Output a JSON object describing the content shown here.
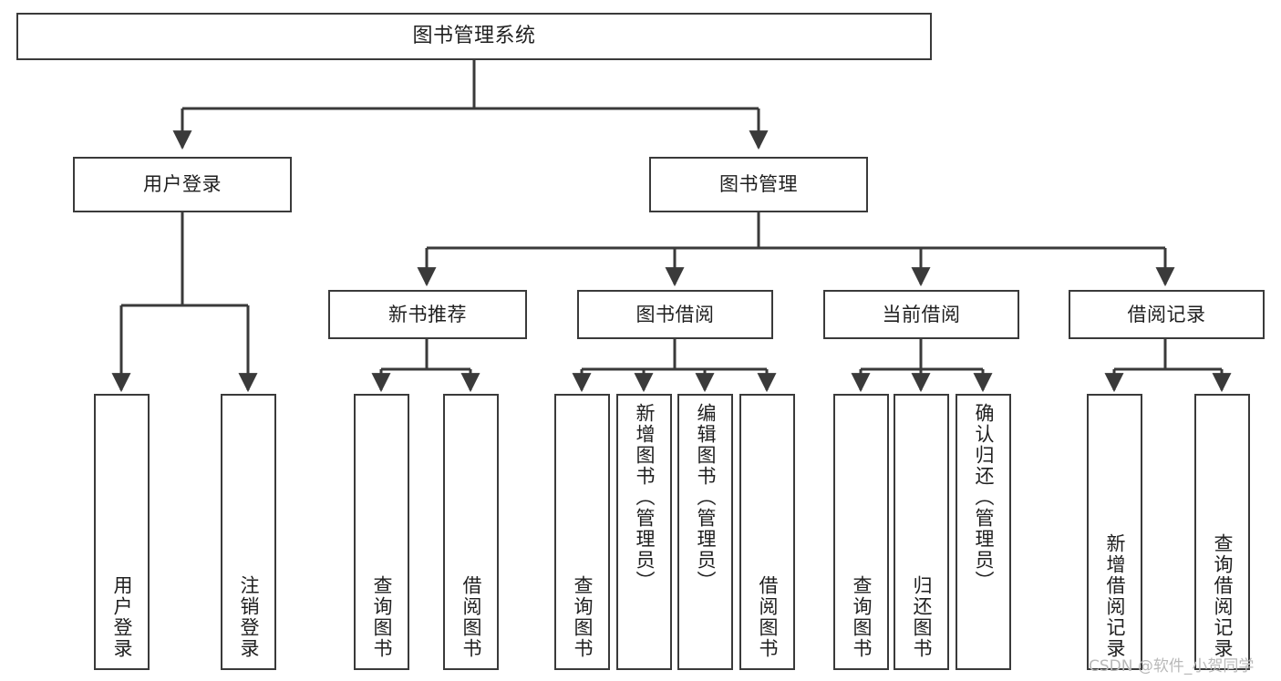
{
  "diagram": {
    "type": "tree",
    "title": "图书管理系统",
    "orientation": "top-down",
    "watermark": "CSDN @软件_小贺同学",
    "colors": {
      "background": "#ffffff",
      "node_border": "#3a3a3a",
      "node_fill": "#ffffff",
      "edge": "#3a3a3a",
      "text": "#1f1f1f",
      "watermark": "#b9b9b9"
    },
    "nodes": {
      "root": {
        "label": "图书管理系统"
      },
      "level2": [
        {
          "label": "用户登录"
        },
        {
          "label": "图书管理"
        }
      ],
      "level3": [
        {
          "label": "新书推荐"
        },
        {
          "label": "图书借阅"
        },
        {
          "label": "当前借阅"
        },
        {
          "label": "借阅记录"
        }
      ],
      "leaves_user_login": [
        {
          "label": "用户登录"
        },
        {
          "label": "注销登录"
        }
      ],
      "leaves_new_books": [
        {
          "label": "查询图书"
        },
        {
          "label": "借阅图书"
        }
      ],
      "leaves_borrow": [
        {
          "label": "查询图书"
        },
        {
          "label": "新增图书（管理员）"
        },
        {
          "label": "编辑图书（管理员）"
        },
        {
          "label": "借阅图书"
        }
      ],
      "leaves_current": [
        {
          "label": "查询图书"
        },
        {
          "label": "归还图书"
        },
        {
          "label": "确认归还（管理员）"
        }
      ],
      "leaves_records": [
        {
          "label": "新增借阅记录"
        },
        {
          "label": "查询借阅记录"
        }
      ]
    },
    "edges": [
      {
        "from": "图书管理系统",
        "to": "用户登录"
      },
      {
        "from": "图书管理系统",
        "to": "图书管理"
      },
      {
        "from": "用户登录",
        "to": "用户登录"
      },
      {
        "from": "用户登录",
        "to": "注销登录"
      },
      {
        "from": "图书管理",
        "to": "新书推荐"
      },
      {
        "from": "图书管理",
        "to": "图书借阅"
      },
      {
        "from": "图书管理",
        "to": "当前借阅"
      },
      {
        "from": "图书管理",
        "to": "借阅记录"
      },
      {
        "from": "新书推荐",
        "to": "查询图书"
      },
      {
        "from": "新书推荐",
        "to": "借阅图书"
      },
      {
        "from": "图书借阅",
        "to": "查询图书"
      },
      {
        "from": "图书借阅",
        "to": "新增图书（管理员）"
      },
      {
        "from": "图书借阅",
        "to": "编辑图书（管理员）"
      },
      {
        "from": "图书借阅",
        "to": "借阅图书"
      },
      {
        "from": "当前借阅",
        "to": "查询图书"
      },
      {
        "from": "当前借阅",
        "to": "归还图书"
      },
      {
        "from": "当前借阅",
        "to": "确认归还（管理员）"
      },
      {
        "from": "借阅记录",
        "to": "新增借阅记录"
      },
      {
        "from": "借阅记录",
        "to": "查询借阅记录"
      }
    ]
  }
}
